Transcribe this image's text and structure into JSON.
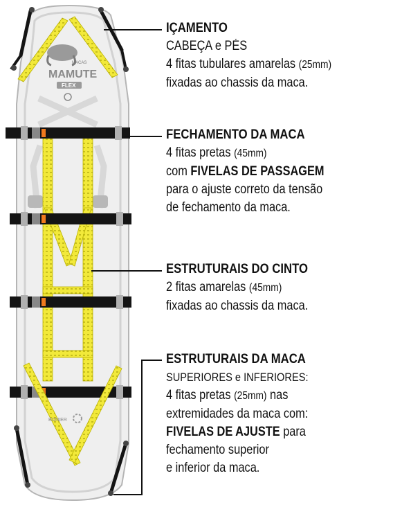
{
  "logo": {
    "brand_small": "MACAS",
    "brand": "MAMUTE",
    "model": "FLEX",
    "maker": "BONIER"
  },
  "blocks": {
    "icamento": {
      "title": "IÇAMENTO",
      "l1": "CABEÇA e PÉS",
      "l2a": "4 fitas tubulares amarelas ",
      "l2b": "(25mm)",
      "l3": "fixadas ao chassis da maca."
    },
    "fechamento": {
      "title": "FECHAMENTO DA MACA",
      "l1a": "4 fitas pretas ",
      "l1b": "(45mm)",
      "l2a": "com ",
      "l2b": "FIVELAS DE PASSAGEM",
      "l3": "para o ajuste correto da tensão",
      "l4": "de fechamento da maca."
    },
    "cinto": {
      "title": "ESTRUTURAIS DO CINTO",
      "l1a": "2 fitas amarelas ",
      "l1b": "(45mm)",
      "l2": "fixadas ao chassis da maca."
    },
    "estruturais": {
      "title": "ESTRUTURAIS DA MACA",
      "l1": "SUPERIORES e INFERIORES:",
      "l2a": "4 fitas pretas ",
      "l2b": "(25mm)",
      "l2c": " nas",
      "l3": "extremidades da maca com:",
      "l4a": "FIVELAS DE AJUSTE",
      "l4b": " para",
      "l5": "fechamento superior",
      "l6": "e inferior da maca."
    }
  },
  "colors": {
    "yellow": "#f2e93a",
    "black": "#141414",
    "orange": "#f07a1e",
    "frame": "#bdbdbd",
    "board": "#ececec"
  }
}
